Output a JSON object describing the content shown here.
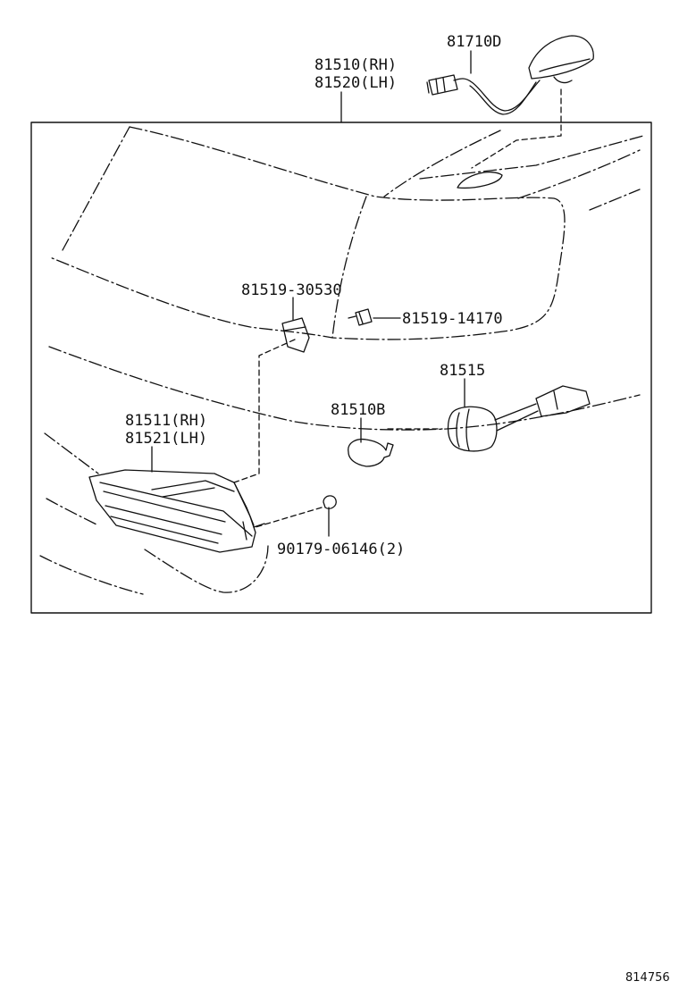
{
  "diagram": {
    "labels": {
      "antenna": "81710D",
      "lamp_assy_rh": "81510(RH)",
      "lamp_assy_lh": "81520(LH)",
      "bracket": "81519-30530",
      "screw": "81519-14170",
      "socket": "81515",
      "bulb": "81510B",
      "lens_rh": "81511(RH)",
      "lens_lh": "81521(LH)",
      "clip": "90179-06146(2)"
    },
    "reference_number": "814756",
    "line_color": "#111111"
  }
}
